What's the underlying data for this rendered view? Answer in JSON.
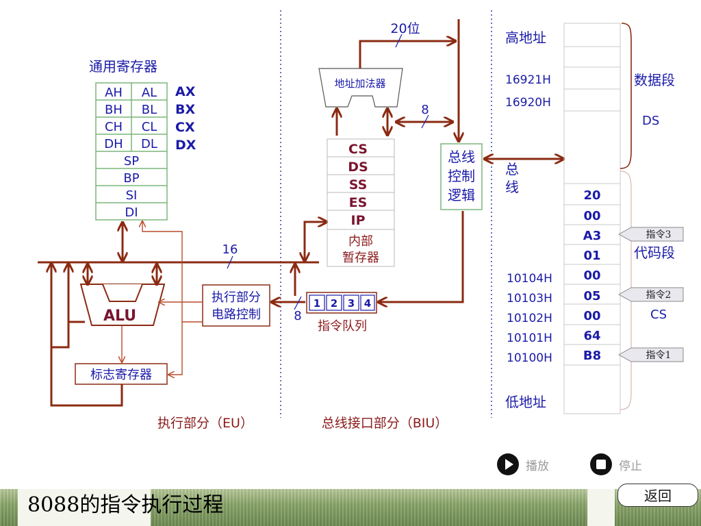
{
  "registers": {
    "title": "通用寄存器",
    "pairs": [
      {
        "h": "AH",
        "l": "AL",
        "name": "AX"
      },
      {
        "h": "BH",
        "l": "BL",
        "name": "BX"
      },
      {
        "h": "CH",
        "l": "CL",
        "name": "CX"
      },
      {
        "h": "DH",
        "l": "DL",
        "name": "DX"
      }
    ],
    "singles": [
      "SP",
      "BP",
      "SI",
      "DI"
    ]
  },
  "eu": {
    "bus_width": "16",
    "alu": "ALU",
    "control": [
      "执行部分",
      "电路控制"
    ],
    "flags": "标志寄存器",
    "label": "执行部分（EU）"
  },
  "biu": {
    "adder": "地址加法器",
    "addr_width": "20位",
    "adder_width": "8",
    "queue_width": "8",
    "segments": [
      "CS",
      "DS",
      "SS",
      "ES",
      "IP"
    ],
    "internal": [
      "内部",
      "暂存器"
    ],
    "bus_ctrl": [
      "总线",
      "控制",
      "逻辑"
    ],
    "queue_cells": [
      "1",
      "2",
      "3",
      "4"
    ],
    "queue_label": "指令队列",
    "label": "总线接口部分（BIU）"
  },
  "memory": {
    "high": "高地址",
    "low": "低地址",
    "bus": [
      "总",
      "线"
    ],
    "addr_16921": "16921H",
    "addr_16920": "16920H",
    "data_seg": "数据段",
    "ds": "DS",
    "code_seg": "代码段",
    "cs": "CS",
    "cells": [
      {
        "addr": "",
        "value": "20"
      },
      {
        "addr": "",
        "value": "00"
      },
      {
        "addr": "",
        "value": "A3"
      },
      {
        "addr": "",
        "value": "01"
      },
      {
        "addr": "10104H",
        "value": "00"
      },
      {
        "addr": "10103H",
        "value": "05"
      },
      {
        "addr": "10102H",
        "value": "00"
      },
      {
        "addr": "10101H",
        "value": "64"
      },
      {
        "addr": "10100H",
        "value": "B8"
      }
    ],
    "tags": [
      "指令3",
      "指令2",
      "指令1"
    ]
  },
  "controls": {
    "play": "播放",
    "stop": "停止"
  },
  "footer": {
    "title": "8088的指令执行过程",
    "back": "返回"
  },
  "colors": {
    "text": "#1a1aa8",
    "arrow": "#8b2a12",
    "box_border": "#7ab67a",
    "footer_green": "#7d9a5a"
  }
}
